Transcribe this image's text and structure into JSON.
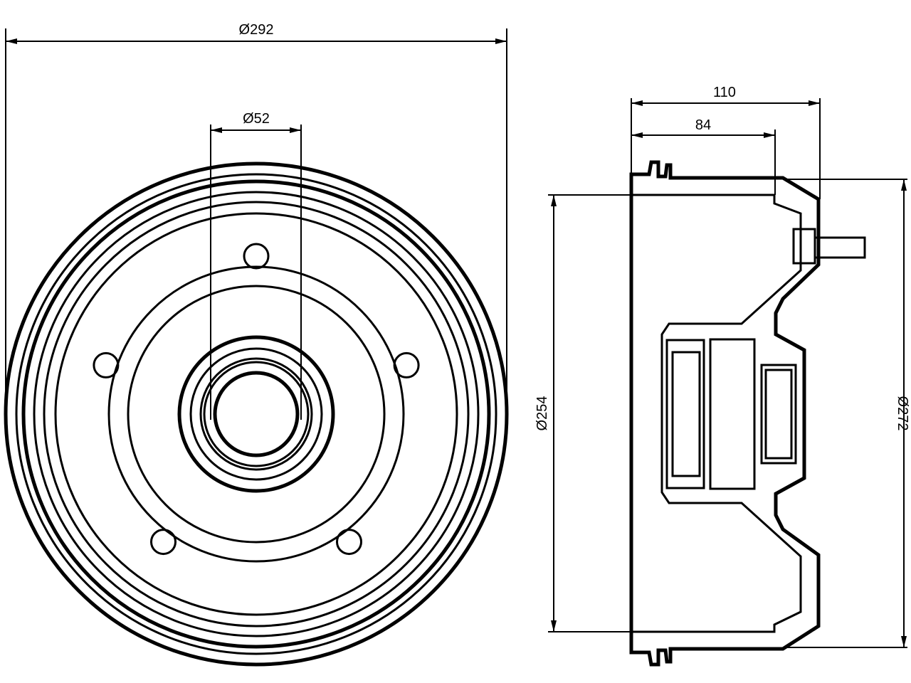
{
  "dimensions": {
    "outer_diameter": "Ø292",
    "bore_diameter": "Ø52",
    "overall_width": "110",
    "drum_depth": "84",
    "inner_diameter": "Ø254",
    "rim_diameter": "Ø272"
  },
  "bolt_holes": 5,
  "stroke_color": "#000000",
  "background_color": "#ffffff"
}
